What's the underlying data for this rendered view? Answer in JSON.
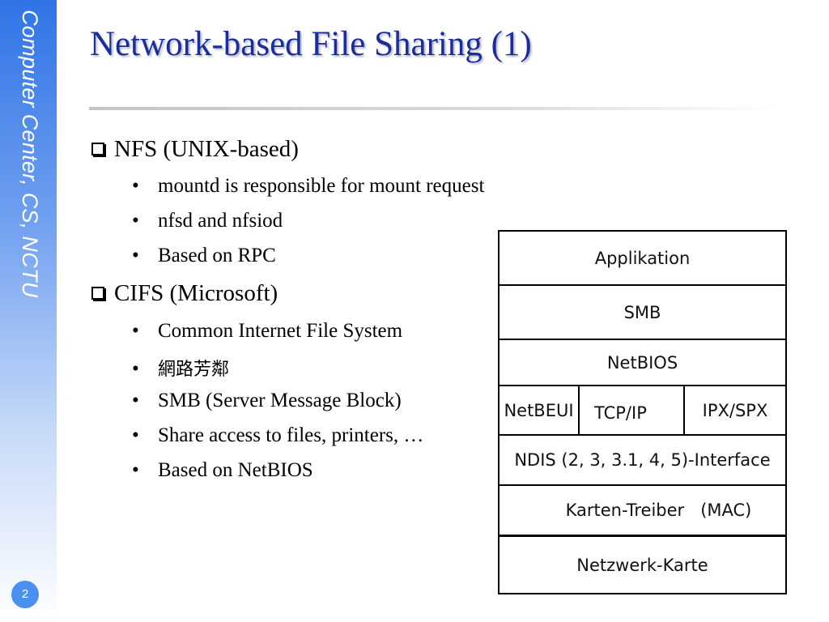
{
  "sidebar": {
    "org": "Computer Center, CS, NCTU"
  },
  "page_number": "2",
  "slide": {
    "title": "Network-based File Sharing (1)",
    "sections": [
      {
        "heading": "NFS (UNIX-based)",
        "items": [
          "mountd is responsible for mount request",
          "nfsd and nfsiod",
          "Based on RPC"
        ]
      },
      {
        "heading": "CIFS (Microsoft)",
        "items": [
          "Common Internet File System",
          "網路芳鄰",
          "SMB (Server Message Block)",
          "Share access to files, printers, …",
          "Based on NetBIOS"
        ]
      }
    ]
  },
  "diagram": {
    "applikation": "Applikation",
    "smb": "SMB",
    "netbios": "NetBIOS",
    "transport": [
      "NetBEUI",
      "TCP/IP",
      "IPX/SPX"
    ],
    "ndis": "NDIS (2, 3, 3.1, 4, 5)-Interface",
    "treiber": "Karten-Treiber   (MAC)",
    "karte": "Netzwerk-Karte"
  }
}
